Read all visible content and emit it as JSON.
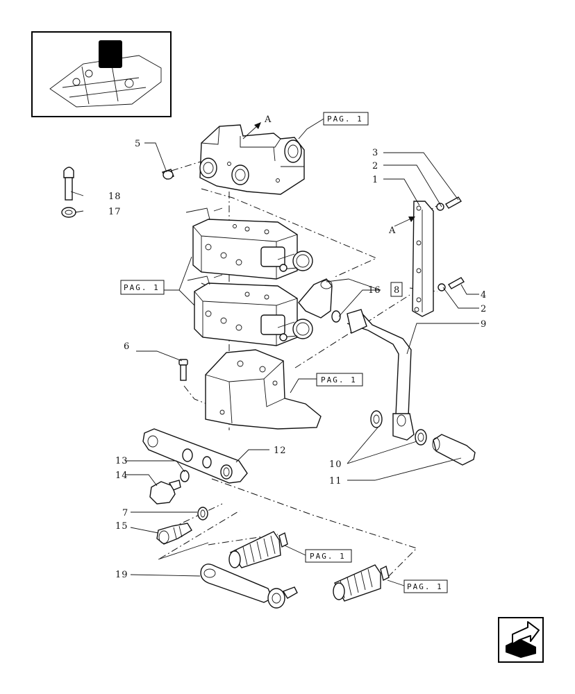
{
  "thumbnail": {
    "caption": ""
  },
  "page_refs": [
    "PAG. 1",
    "PAG. 1",
    "PAG. 1",
    "PAG. 1",
    "PAG. 1"
  ],
  "box_ref": "8",
  "callouts": {
    "c1": "1",
    "c2a": "2",
    "c2b": "2",
    "c3": "3",
    "c4": "4",
    "c5": "5",
    "c6": "6",
    "c7": "7",
    "c9": "9",
    "c10": "10",
    "c11": "11",
    "c12": "12",
    "c13": "13",
    "c14": "14",
    "c15": "15",
    "c16": "16",
    "c17": "17",
    "c18": "18",
    "c19": "19"
  },
  "arrow_labels": {
    "a_top": "A",
    "a_side": "A"
  },
  "nav_icon": "next-page-arrow-icon"
}
